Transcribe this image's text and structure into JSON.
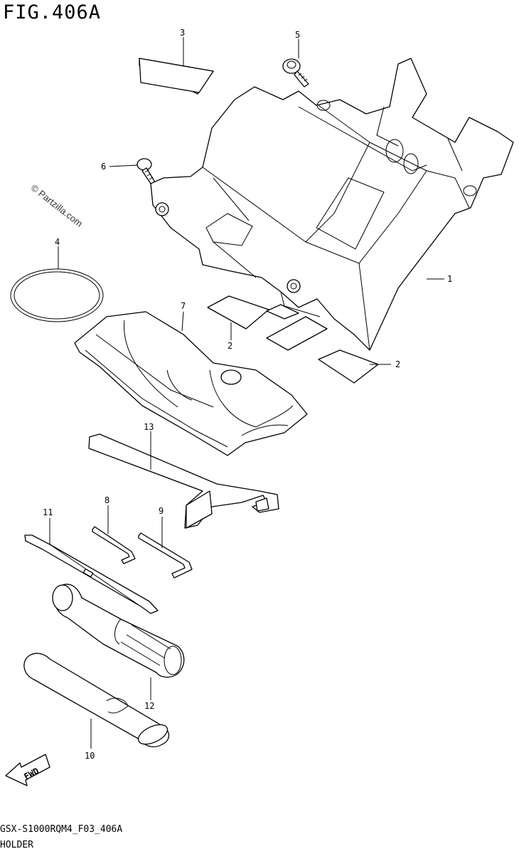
{
  "figure": {
    "title": "FIG.406A",
    "code": "GSX-S1000RQM4_F03_406A",
    "name": "HOLDER",
    "watermark": "© Partzilla.com",
    "fwd_label": "FWD"
  },
  "callouts": [
    {
      "id": "c1",
      "label": "1"
    },
    {
      "id": "c2a",
      "label": "2"
    },
    {
      "id": "c2b",
      "label": "2"
    },
    {
      "id": "c3",
      "label": "3"
    },
    {
      "id": "c4",
      "label": "4"
    },
    {
      "id": "c5",
      "label": "5"
    },
    {
      "id": "c6",
      "label": "6"
    },
    {
      "id": "c7",
      "label": "7"
    },
    {
      "id": "c8",
      "label": "8"
    },
    {
      "id": "c9",
      "label": "9"
    },
    {
      "id": "c10",
      "label": "10"
    },
    {
      "id": "c11",
      "label": "11"
    },
    {
      "id": "c12",
      "label": "12"
    },
    {
      "id": "c13",
      "label": "13"
    }
  ]
}
